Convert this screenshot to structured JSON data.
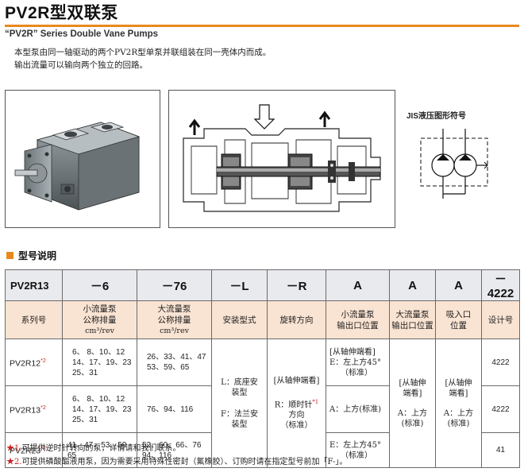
{
  "header": {
    "title": "PV2R型双联泵",
    "subtitle": "“PV2R” Series Double Vane Pumps"
  },
  "intro": {
    "line1": "本型泵由同一轴驱动的两个PV2R型单泵并联组装在同一壳体内而成。",
    "line2": "输出流量可以输向两个独立的回路。"
  },
  "jis": {
    "label": "JIS液压图形符号"
  },
  "spec": {
    "heading": "型号说明",
    "codes": [
      "PV2R13",
      "－6",
      "－76",
      "－L",
      "－R",
      "A",
      "A",
      "A",
      "－4222"
    ],
    "desc": {
      "series": "系列号",
      "small_disp_1": "小流量泵",
      "small_disp_2": "公称排量",
      "small_disp_3": "cm³/rev",
      "large_disp_1": "大流量泵",
      "large_disp_2": "公称排量",
      "large_disp_3": "cm³/rev",
      "mount": "安装型式",
      "rotation": "旋转方向",
      "small_out_1": "小流量泵",
      "small_out_2": "输出口位置",
      "large_out_1": "大流量泵",
      "large_out_2": "输出口位置",
      "suction_1": "吸入口",
      "suction_2": "位置",
      "design": "设计号"
    },
    "rows": [
      {
        "model": "PV2R12",
        "mark": "*2",
        "small": [
          "6、 8、10、12",
          "14、17、19、23",
          "25、31"
        ],
        "large": [
          "26、33、41、47",
          "53、59、65"
        ],
        "design": "4222"
      },
      {
        "model": "PV2R13",
        "mark": "*2",
        "small": [
          "6、 8、10、12",
          "14、17、19、23",
          "25、31"
        ],
        "large": [
          "76、94、116"
        ],
        "design": "4222"
      },
      {
        "model": "PV2R23",
        "mark": "*2",
        "small": [
          "41、47、53、59",
          "65"
        ],
        "large": [
          "52、60、66、76",
          "94、116"
        ],
        "design": "41"
      }
    ],
    "mount": {
      "l": "L：底座安",
      "l2": "装型",
      "f": "F：法兰安",
      "f2": "装型"
    },
    "rotation": {
      "view": "[从轴伸端看]",
      "r": "R：顺时针",
      "mark": "*1",
      "r2": "方向",
      "r3": "（标准）"
    },
    "small_out": {
      "view": "[从轴伸端看]",
      "e1": "E：左上方45°",
      "e1b": "（标准）",
      "a": "A：上方(标准)",
      "e2": "E：左上方45°",
      "e2b": "（标准）"
    },
    "large_out": {
      "v1": "[从轴伸",
      "v2": "端看]",
      "a": "A：上方",
      "std": "(标准)"
    },
    "suction": {
      "v1": "[从轴伸",
      "v2": "端看]",
      "a": "A：上方",
      "std": "(标准)"
    }
  },
  "notes": {
    "n1_mark": "★1.",
    "n1": "可提供逆时针转向的泵，详情请和我们联系。",
    "n2_mark": "★2.",
    "n2": "可提供磷酸酯液用泵，因为需要采用特殊性密封（氟橡胶）、订购时请在指定型号前加「F-」。"
  },
  "colors": {
    "accent": "#e8891e",
    "code_row": "#e9eaee",
    "desc_row": "#f9e3d2",
    "star": "#d02020"
  }
}
